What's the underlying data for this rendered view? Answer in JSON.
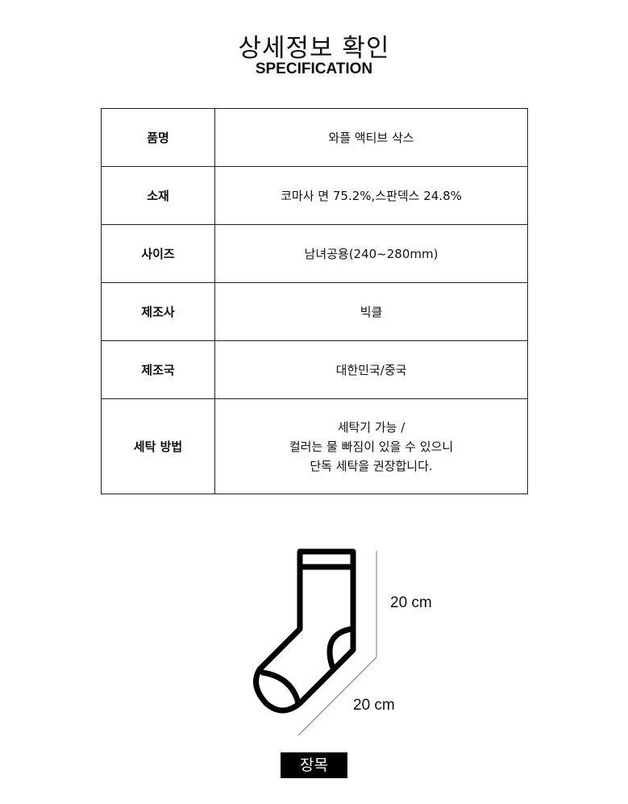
{
  "header": {
    "title": "상세정보 확인",
    "subtitle": "SPECIFICATION"
  },
  "spec": [
    {
      "label": "품명",
      "value": [
        "와플 액티브 삭스"
      ]
    },
    {
      "label": "소재",
      "value": [
        "코마사 면 75.2%,스판덱스 24.8%"
      ]
    },
    {
      "label": "사이즈",
      "value": [
        "남녀공용(240~280mm)"
      ]
    },
    {
      "label": "제조사",
      "value": [
        "빅클"
      ]
    },
    {
      "label": "제조국",
      "value": [
        "대한민국/중국"
      ]
    },
    {
      "label": "세탁 방법",
      "value": [
        "세탁기 가능 /",
        "컬러는 물 빠짐이 있을 수 있으니",
        "단독 세탁을 권장합니다."
      ]
    }
  ],
  "size_diagram": {
    "height_label": "20 cm",
    "length_label": "20 cm",
    "type_tag": "장목"
  }
}
